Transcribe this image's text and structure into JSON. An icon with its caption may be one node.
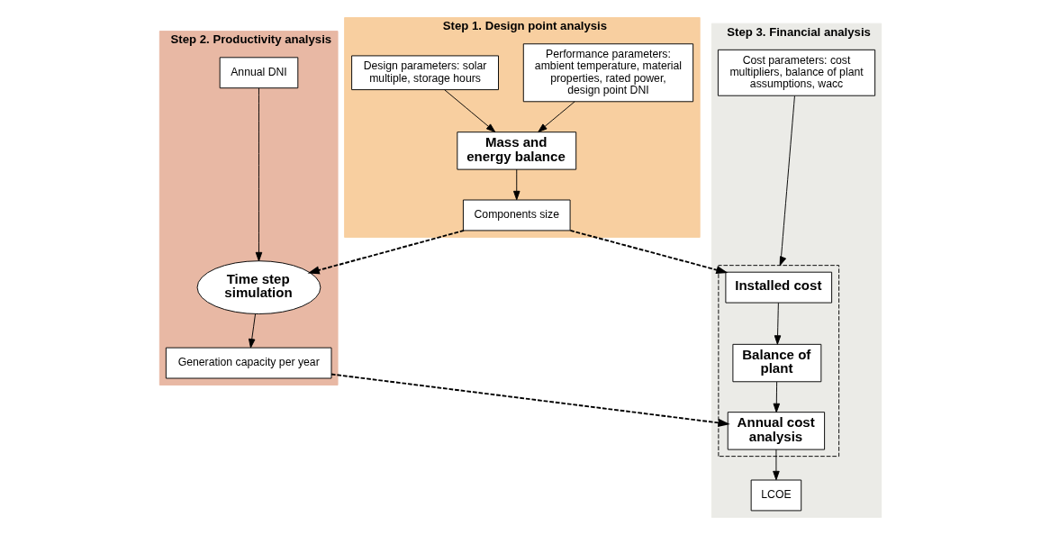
{
  "diagram": {
    "nodes": [
      {
        "text": [
          "Step 1. Design point analysis"
        ]
      },
      {
        "text": [
          "Performance parameters: ambient temperature, material properties, rated power, design point DNI"
        ],
        "in": 0
      },
      {
        "text": [
          "Design parameters: solar multiple, storage hours"
        ],
        "in": 0
      },
      {
        "text": [
          "Mass and energy balance"
        ],
        "in": 0
      },
      {
        "text": [
          "Components size"
        ],
        "in": 0
      },
      {
        "text": [
          "Step 2. Productivity analysis"
        ]
      },
      {
        "text": [
          "Annual DNI"
        ],
        "in": 5
      },
      {
        "text": [
          "Time step simulation"
        ],
        "in": 5
      },
      {
        "text": [
          "Generation capacity per year"
        ],
        "in": 5
      },
      {
        "text": [
          "Step 3. Financial analysis"
        ]
      },
      {
        "text": [
          "Cost parameters: cost multipliers, balance of plant assumptions, wacc"
        ],
        "in": 9
      },
      {
        "text": [],
        "shape": "box",
        "in": 9
      },
      {
        "text": [
          "Installed cost"
        ],
        "in": 11
      },
      {
        "text": [
          "Balance of plant"
        ],
        "in": 11
      },
      {
        "text": [
          "Annual cost analysis"
        ],
        "in": 11
      },
      {
        "text": [
          "LCOE"
        ],
        "in": 9
      }
    ],
    "edges": [
      {
        "from": 1,
        "to": 3,
        "arrow": "to"
      },
      {
        "from": 2,
        "to": 3,
        "arrow": "to"
      },
      {
        "from": 3,
        "to": 4,
        "arrow": "to"
      },
      {
        "from": 4,
        "to": 7,
        "arrow": "to",
        "style": "dashed"
      },
      {
        "from": 4,
        "to": 12,
        "arrow": "to",
        "style": "dashed"
      },
      {
        "from": 6,
        "to": 7,
        "arrow": "to"
      },
      {
        "from": 7,
        "to": 8,
        "arrow": "to"
      },
      {
        "from": 8,
        "to": 14,
        "arrow": "to",
        "style": "dashed"
      },
      {
        "from": 10,
        "to": 11,
        "arrow": "to"
      },
      {
        "from": 12,
        "to": 13,
        "arrow": "to"
      },
      {
        "from": 13,
        "to": 14,
        "arrow": "to"
      },
      {
        "from": 14,
        "to": 15,
        "arrow": "to"
      }
    ]
  }
}
